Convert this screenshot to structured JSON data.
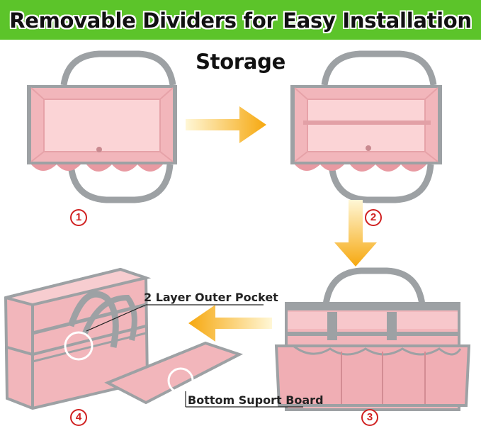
{
  "banner": {
    "title": "Removable Dividers for Easy Installation Storage",
    "bg_color": "#5cc42a"
  },
  "steps": [
    "1",
    "2",
    "3",
    "4"
  ],
  "callouts": {
    "outer_pocket": "2 Layer Outer Pocket",
    "bottom_board": "Bottom Suport Board"
  },
  "colors": {
    "pink": "#f2b6bb",
    "pink_dark": "#e89aa2",
    "grey_trim": "#9da1a4",
    "arrow": "#f6b21a",
    "step_circle": "#d02020"
  },
  "icons": [
    "arrow-right-icon",
    "arrow-down-icon",
    "arrow-left-icon"
  ]
}
